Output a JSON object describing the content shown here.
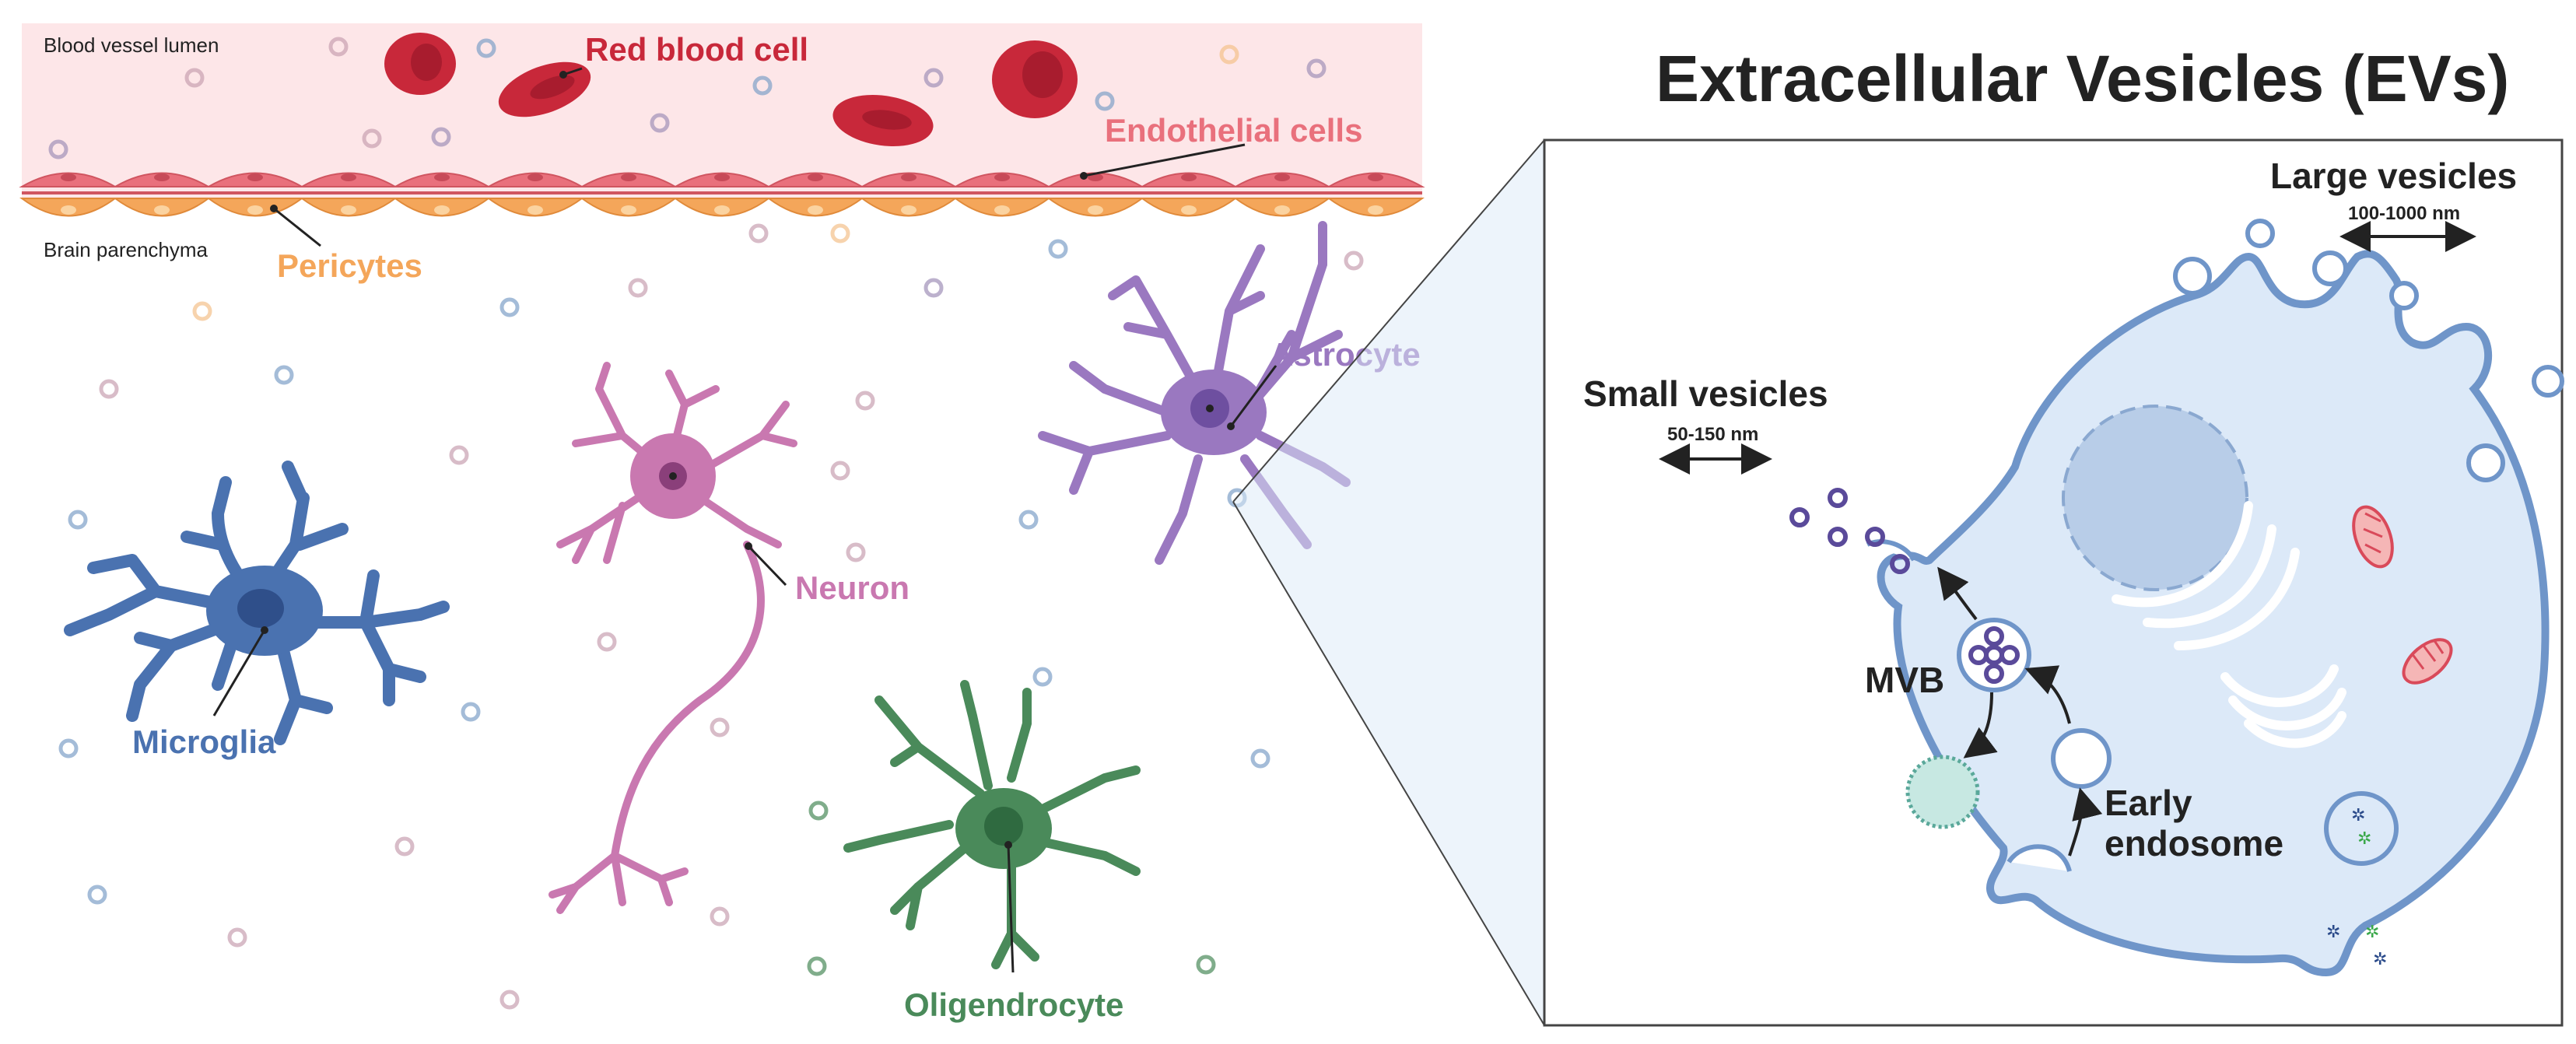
{
  "title": "Extracellular Vesicles (EVs)",
  "vessel": {
    "lumen_label": "Blood vessel lumen",
    "parenchyma_label": "Brain parenchyma",
    "rbc_label": "Red blood cell",
    "endothelial_label": "Endothelial cells",
    "pericytes_label": "Pericytes"
  },
  "cells": {
    "microglia": "Microglia",
    "neuron": "Neuron",
    "astrocyte": "Astrocyte",
    "oligodendrocyte": "Oligendrocyte"
  },
  "ev_panel": {
    "large_vesicles": "Large vesicles",
    "large_size": "100-1000 nm",
    "small_vesicles": "Small vesicles",
    "small_size": "50-150 nm",
    "mvb": "MVB",
    "early_endosome_line1": "Early",
    "early_endosome_line2": "endosome"
  },
  "colors": {
    "lumen": "#fde6e8",
    "rbc": "#c8283a",
    "endothelial": "#e9707c",
    "pericyte": "#f4a65a",
    "microglia": "#4a72b0",
    "neuron": "#c978b0",
    "astrocyte": "#9a78c0",
    "oligodendrocyte": "#4a8a5a",
    "cell_panel": "#dce9f8",
    "vesicle_purple": "#5a4a9a"
  }
}
